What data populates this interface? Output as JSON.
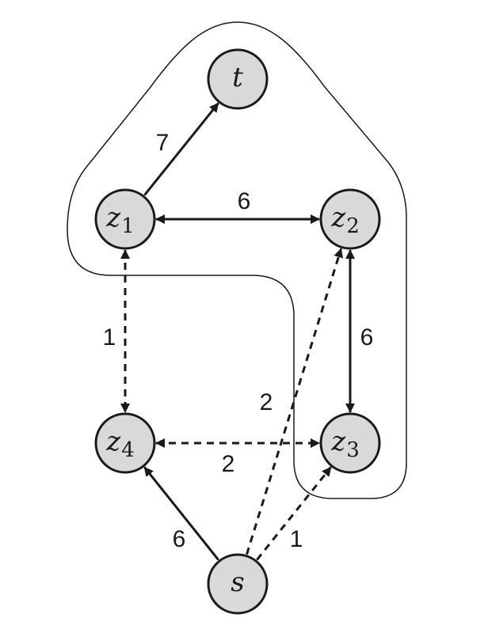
{
  "nodes": [
    {
      "id": "t",
      "label": "t",
      "sub": ""
    },
    {
      "id": "z1",
      "label": "z",
      "sub": "1"
    },
    {
      "id": "z2",
      "label": "z",
      "sub": "2"
    },
    {
      "id": "z3",
      "label": "z",
      "sub": "3"
    },
    {
      "id": "z4",
      "label": "z",
      "sub": "4"
    },
    {
      "id": "s",
      "label": "s",
      "sub": ""
    }
  ],
  "edges": [
    {
      "id": "z1-t",
      "from": "z1",
      "to": "t",
      "weight": "7",
      "dashed": false,
      "bidirectional": false
    },
    {
      "id": "z1-z2",
      "from": "z1",
      "to": "z2",
      "weight": "6",
      "dashed": false,
      "bidirectional": true
    },
    {
      "id": "z2-z3",
      "from": "z2",
      "to": "z3",
      "weight": "6",
      "dashed": false,
      "bidirectional": true
    },
    {
      "id": "z1-z4",
      "from": "z1",
      "to": "z4",
      "weight": "1",
      "dashed": true,
      "bidirectional": true
    },
    {
      "id": "z4-z3",
      "from": "z4",
      "to": "z3",
      "weight": "2",
      "dashed": true,
      "bidirectional": true
    },
    {
      "id": "s-z4",
      "from": "s",
      "to": "z4",
      "weight": "6",
      "dashed": false,
      "bidirectional": false
    },
    {
      "id": "s-z2",
      "from": "s",
      "to": "z2",
      "weight": "2",
      "dashed": true,
      "bidirectional": false
    },
    {
      "id": "s-z3",
      "from": "s",
      "to": "z3",
      "weight": "1",
      "dashed": true,
      "bidirectional": false
    }
  ]
}
